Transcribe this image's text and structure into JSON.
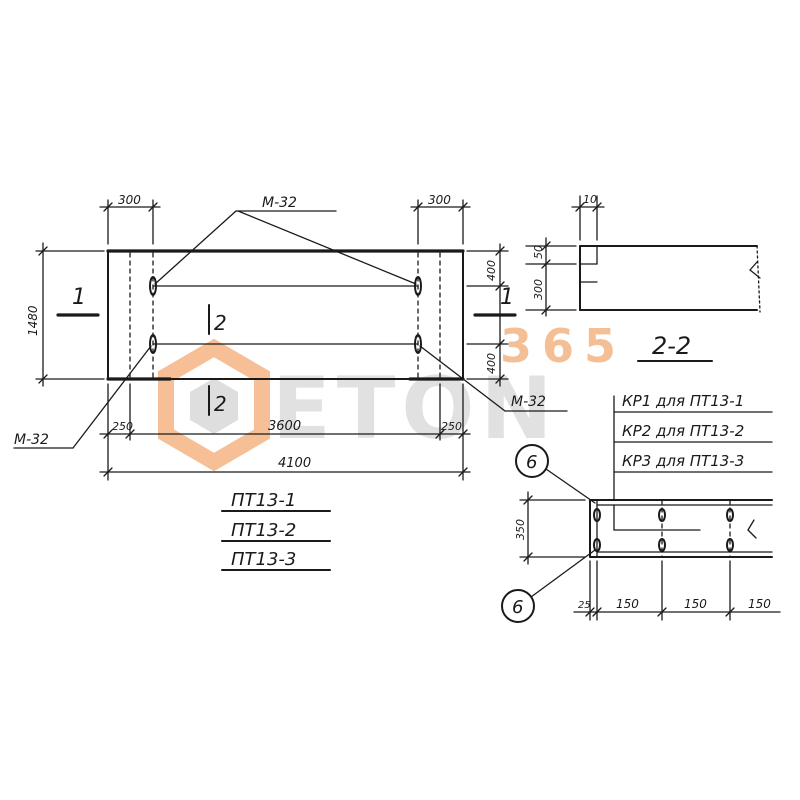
{
  "plan": {
    "dim_left_block": "300",
    "dim_right_block": "300",
    "mark_m32_top": "М-32",
    "mark_m32_left": "М-32",
    "mark_m32_right": "М-32",
    "dim_height": "1480",
    "dim_top_right": "400",
    "dim_bottom_right": "400",
    "section_1_left": "1",
    "section_1_right": "1",
    "section_2_top": "2",
    "section_2_bottom": "2",
    "dim_edge_left": "250",
    "dim_middle": "3600",
    "dim_edge_right": "250",
    "dim_total": "4100",
    "labels": [
      "ПТ13-1",
      "ПТ13-2",
      "ПТ13-3"
    ]
  },
  "section": {
    "title": "2-2",
    "dim_top": "10",
    "dim_a": "50",
    "dim_b": "300"
  },
  "cage": {
    "callouts": [
      "КР1 для ПТ13-1",
      "КР2 для ПТ13-2",
      "КР3 для ПТ13-3"
    ],
    "bubble_top": "6",
    "bubble_bottom": "6",
    "dim_height": "350",
    "dim_edge": "25",
    "dim_spacing": [
      "150",
      "150",
      "150"
    ]
  },
  "watermark": {
    "number": "365",
    "word": "ETON",
    "color_orange": "#f2a46a",
    "color_gray": "#c9c9c9"
  }
}
